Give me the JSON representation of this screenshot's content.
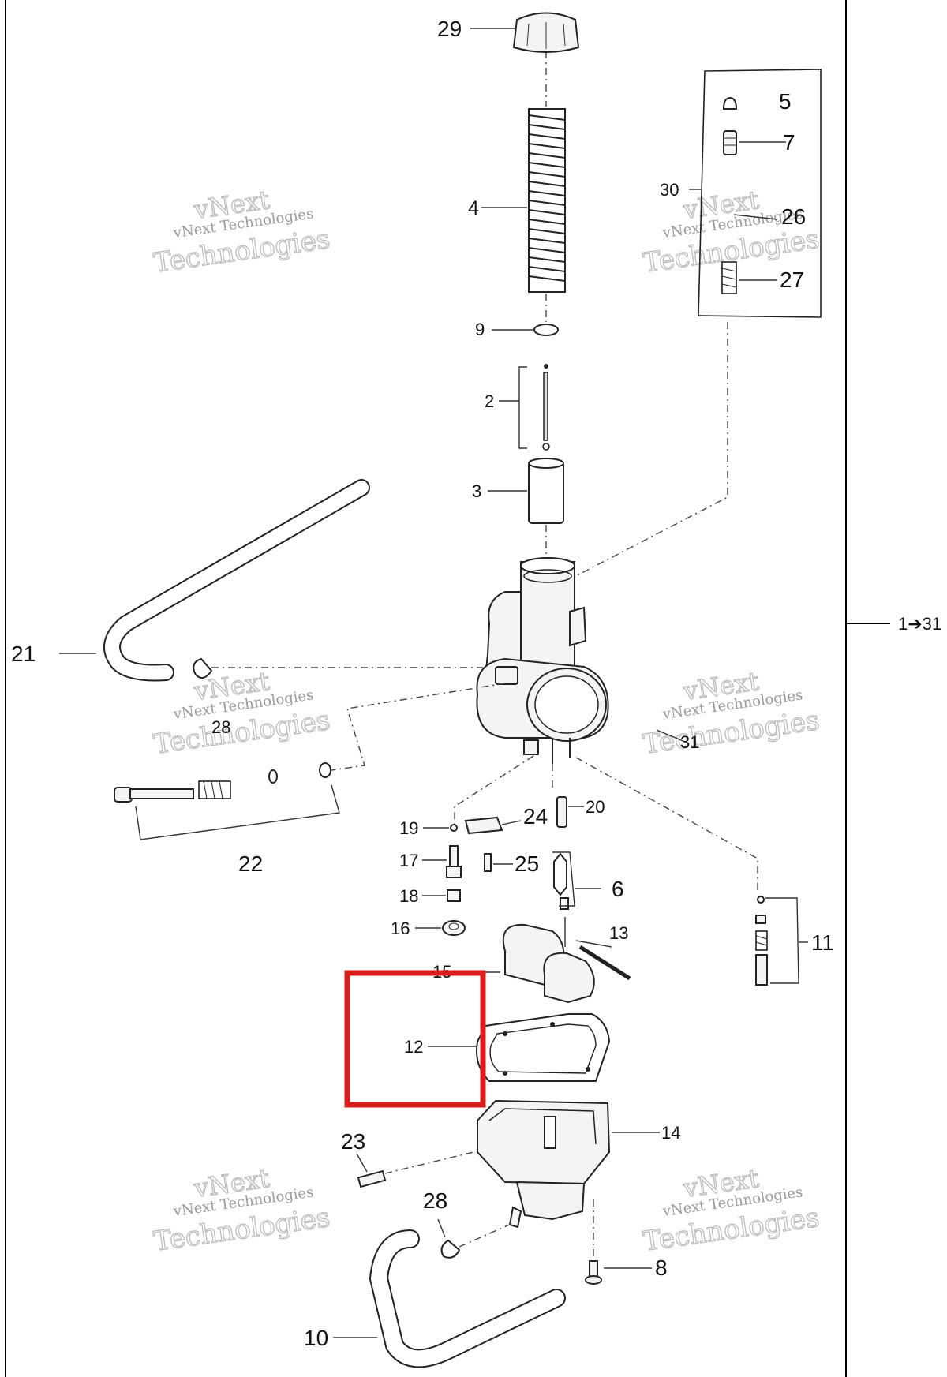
{
  "watermark": {
    "line1": "vNext",
    "line2": "vNext Technologies",
    "line3": "Technologies"
  },
  "assembly_label": "1➔31",
  "highlight_color": "#d91c1c",
  "callouts": {
    "p29": "29",
    "p5": "5",
    "p7": "7",
    "p30": "30",
    "p26": "26",
    "p27": "27",
    "p4": "4",
    "p9": "9",
    "p2": "2",
    "p3": "3",
    "p21": "21",
    "p28a": "28",
    "p31": "31",
    "p22": "22",
    "p19": "19",
    "p24": "24",
    "p20": "20",
    "p17": "17",
    "p25": "25",
    "p6": "6",
    "p18": "18",
    "p16": "16",
    "p13": "13",
    "p11": "11",
    "p15": "15",
    "p12": "12",
    "p14": "14",
    "p23": "23",
    "p28b": "28",
    "p8": "8",
    "p10": "10"
  }
}
